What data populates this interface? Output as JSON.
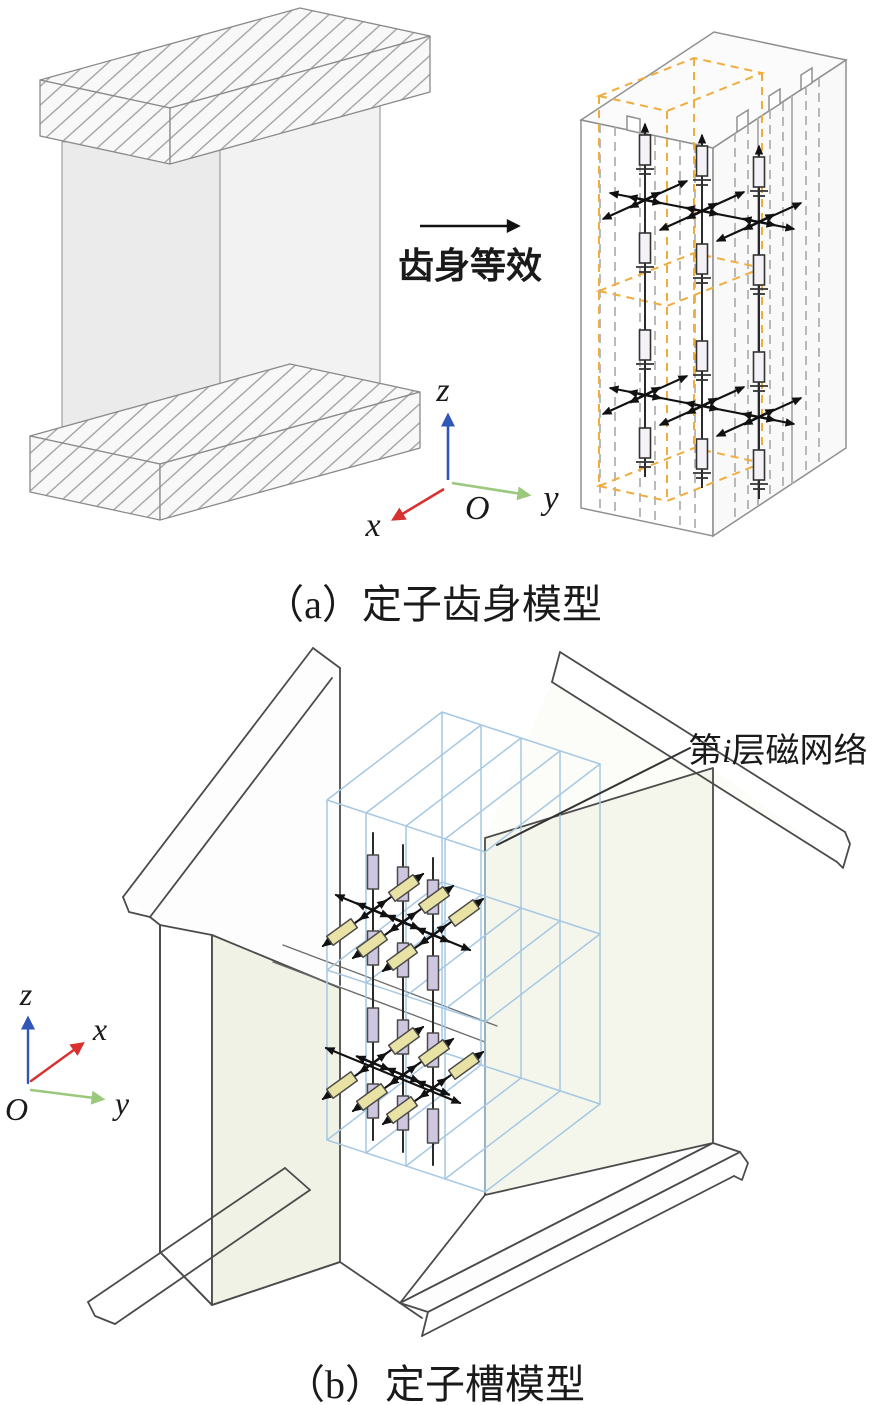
{
  "figure": {
    "panel_a": {
      "caption": "（a）定子齿身模型",
      "arrow_label": "齿身等效",
      "axes": {
        "x": "x",
        "y": "y",
        "z": "z",
        "origin": "O"
      }
    },
    "panel_b": {
      "caption": "（b）定子槽模型",
      "annotation_prefix": "第",
      "annotation_index": "i",
      "annotation_suffix": "层磁网络",
      "axes": {
        "x": "x",
        "y": "y",
        "z": "z",
        "origin": "O"
      }
    },
    "colors": {
      "axis_x": "#d93030",
      "axis_y": "#9ac87d",
      "axis_z": "#3056b8",
      "equivalence_box_orange": "#f0ad3e",
      "network_box_blue": "#a6c8e2",
      "z_reluctance_purple": "#cfc6e0",
      "xy_reluctance_yellow": "#e9e2a5",
      "slot_face_green": "#edf1e2",
      "hatch_gray": "#9d9d9d"
    }
  }
}
